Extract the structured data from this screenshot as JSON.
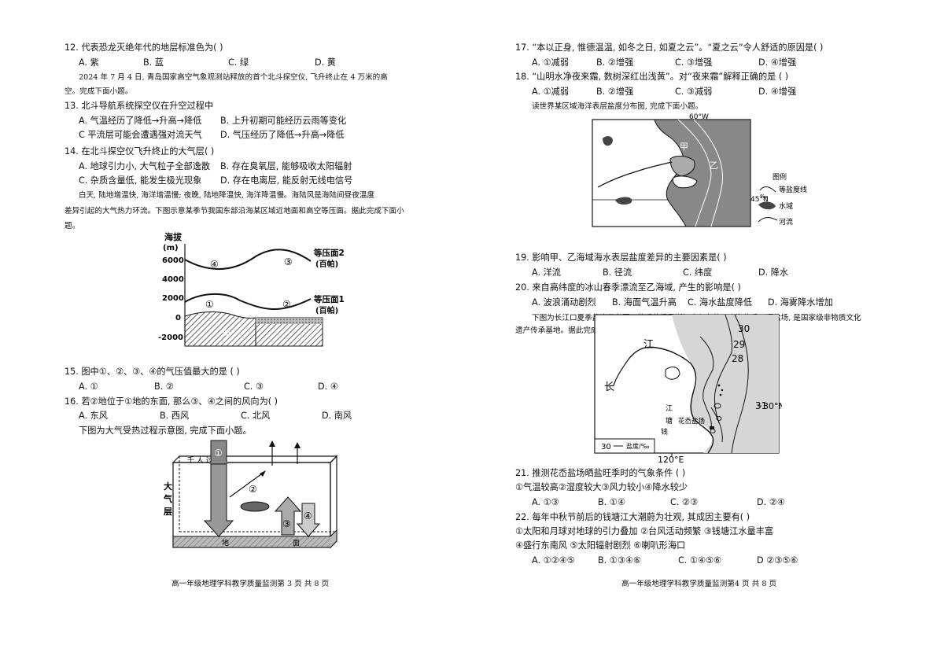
{
  "left_page": {
    "q12": {
      "stem": "12. 代表恐龙灭绝年代的地层标准色为( )",
      "options": [
        "A. 紫",
        "B. 蓝",
        "C. 绿",
        "D. 黄"
      ]
    },
    "intro_13": [
      "2024 年 7 月 4 日, 青岛国家高空气象观测站释放的首个北斗探空仪, 飞升终止在 4 万米的高",
      "空。完成下面小题。"
    ],
    "q13": {
      "stem": "13. 北斗导航系统探空仪在升空过程中",
      "options": [
        "A. 气温经历了降低→升高→降低",
        "B. 上升初期可能经历云雨等变化",
        "C 平流层可能会遭遇强对流天气",
        "D. 气压经历了降低→升高→降低"
      ]
    },
    "q14": {
      "stem": "14. 在北斗探空仪飞升终止的大气层( )",
      "options": [
        "A. 地球引力小, 大气粒子全部逸散",
        "B. 存在臭氧层, 能够吸收太阳辐射",
        "C. 杂质含量低, 能发生极光现象",
        "D. 存在电离层, 能反射无线电信号"
      ]
    },
    "intro_15": [
      "白天, 陆地增温快, 海洋增温慢; 夜晚, 陆地降温快, 海洋降温慢。海陆风是海陆间昼夜温度",
      "差异引起的大气热力环流。下图示意某季节我国东部沿海某区域近地面和高空等压面。据此完成下面小",
      "题。"
    ],
    "fig1": {
      "y_title": "海拔",
      "y_unit": "(m)",
      "ticks": [
        "6000",
        "4000",
        "2000",
        "0",
        "-2000"
      ],
      "labels": [
        "④",
        "③",
        "①",
        "②"
      ],
      "iso2": "等压面2",
      "iso2_unit": "(百帕)",
      "iso1": "等压面1",
      "iso1_unit": "(百帕)",
      "land": "甲"
    },
    "q15": {
      "stem": "15. 图中①、②、③、④的气压值最大的是 ( )",
      "options": [
        "A. ①",
        "B. ②",
        "C. ③",
        "D. ④"
      ]
    },
    "q16": {
      "stem": "16. 若②地位于①地的东面, 那么③、④之间的风向为( )",
      "options": [
        "A. 东风",
        "B. 西风",
        "C. 北风",
        "D. 南风"
      ]
    },
    "intro_17": "下图为大气受热过程示意图, 完成下面小题。",
    "fig2": {
      "side_label": "大气层",
      "top_label": "千 人 过 人",
      "nums": [
        "①",
        "②",
        "③",
        "④"
      ],
      "ground": "地",
      "ground2": "面"
    },
    "footer": "高一年级地理学科教学质量监测第 3 页 共 8 页"
  },
  "right_page": {
    "q17": {
      "stem": "17. “本以正身, 惟德温温, 如冬之日, 如夏之云”。“夏之云”令人舒适的原因是( )",
      "options": [
        "A. ①减弱",
        "B. ②增强",
        "C. ③增强",
        "D. ④增强"
      ]
    },
    "q18": {
      "stem": "18. “山明水净夜来霜, 数树深红出浅黄”。对“夜来霜”解释正确的是 ( )",
      "options": [
        "A. ①减弱",
        "B. ②增强",
        "C. ③减弱",
        "D. ④增强"
      ]
    },
    "intro_19": "读世界某区域海洋表层盐度分布图, 完成下面小题。",
    "fig3": {
      "lon": "60°W",
      "lat": "45°N",
      "a": "甲",
      "b": "乙",
      "legend_title": "图例",
      "legend_items": [
        "等盐度线",
        "水域",
        "河流"
      ],
      "unit": "‰"
    },
    "q19": {
      "stem": "19. 影响甲、乙海域海水表层盐度差异的主要因素是( )",
      "options": [
        "A. 洋流",
        "B. 径流",
        "C. 纬度",
        "D. 降水"
      ]
    },
    "q20": {
      "stem": "20. 来自高纬度的冰山春季漂流至乙海域, 产生的影响是( )",
      "options": [
        "A. 波浪涌动剧烈",
        "B. 海面气温升高",
        "C. 海水盐度降低",
        "D. 海雾降水增加"
      ]
    },
    "intro_21": [
      "下图为长江口夏季盐度分布图。花岙盐场是浙江省仅存的一座海盐手工晒盐场, 是国家级非物质文化",
      "遗产传承基地。据此完成下面小题。"
    ],
    "fig4": {
      "river1": "长",
      "river2": "江",
      "isolines": [
        "30",
        "29",
        "28",
        "31"
      ],
      "lat": "30°N",
      "lon": "120°E",
      "qt1": "江",
      "qt2": "塘",
      "qt3": "钱",
      "salt": "花岙盐场",
      "legend_val": "30",
      "legend_label": "盐度/‰"
    },
    "q21": {
      "stem": "21. 推测花岙盐场晒盐旺季时的气象条件 ( )",
      "items": "①气温较高②湿度较大③风力较小④降水较少",
      "options": [
        "A. ①③",
        "B. ①④",
        "C. ②③",
        "D. ②④"
      ]
    },
    "q22": {
      "stem": "22. 每年中秋节前后的钱塘江大潮蔚为壮观, 其成因主要有( )",
      "items1": "①太阳和月球对地球的引力叠加 ②台风活动频繁 ③钱塘江水量丰富",
      "items2": "④盛行东南风 ⑤太阳辐射剧烈 ⑥喇叭形海口",
      "options": [
        "A. ①②④⑤",
        "B. ①③④⑥",
        "C. ①④⑤⑥",
        "D ②③⑤⑥"
      ]
    },
    "footer": "高一年级地理学科教学质量监测第4 页 共 8 页"
  }
}
